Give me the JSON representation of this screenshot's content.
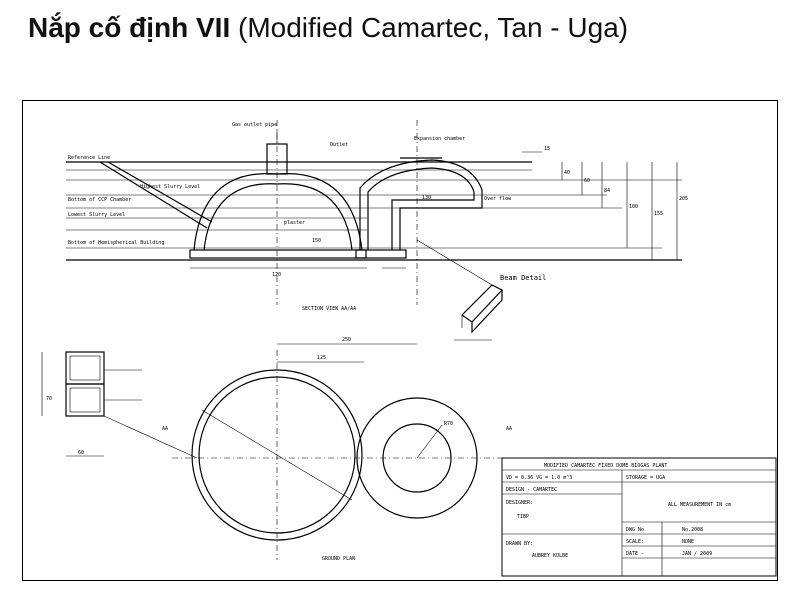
{
  "title": {
    "bold": "Nắp cố định VII",
    "normal": " (Modified Camartec, Tan - Uga)"
  },
  "drawing": {
    "section_view_label": "SECTION VIEW AA/AA",
    "ground_plan_label": "GROUND PLAN",
    "beam_detail_label": "Beam Detail",
    "section_labels": {
      "gas_outlet_pipe": "Gas outlet pipe",
      "outlet": "Outlet",
      "expansion_chamber": "Expansion chamber",
      "reference_line": "Reference Line",
      "highest_slurry": "Highest Slurry Level",
      "bottom_ccp": "Bottom of CCP Chamber",
      "lowest_slurry": "Lowest Slurry Level",
      "bottom_hemisphere": "Bottom of Hemispherical Building",
      "overflow": "Over flow",
      "plaster": "plaster",
      "dim_15": "15",
      "dim_40": "40",
      "dim_60": "60",
      "dim_84": "84",
      "dim_100": "100",
      "dim_155": "155",
      "dim_205": "205",
      "dim_120": "120",
      "dim_150": "150",
      "dim_130": "130"
    },
    "plan_labels": {
      "dim_250": "250",
      "dim_125": "125",
      "dim_70": "70",
      "dim_60": "60",
      "r70": "R70",
      "a_left": "AA",
      "a_right": "AA"
    },
    "title_block": {
      "header": "MODIFIED CAMARTEC FIXED DOME BIOGAS PLANT",
      "vd": "VD = 0.36  VG = 1.0 m^3",
      "storage": "STORAGE = UGA",
      "design": "DESIGN - CAMARTEC",
      "measurement": "ALL MEASUREMENT IN cm",
      "designer_label": "DESIGNER:",
      "designer": "TIBP",
      "dwg_no_label": "DWG No",
      "dwg_no": "No.2008",
      "drawn_by_label": "DRAWN BY:",
      "drawn_by": "AUBREY KOLBE",
      "scale_label": "SCALE:",
      "scale": "NONE",
      "date_label": "DATE -",
      "date": "JAN / 2009"
    }
  }
}
